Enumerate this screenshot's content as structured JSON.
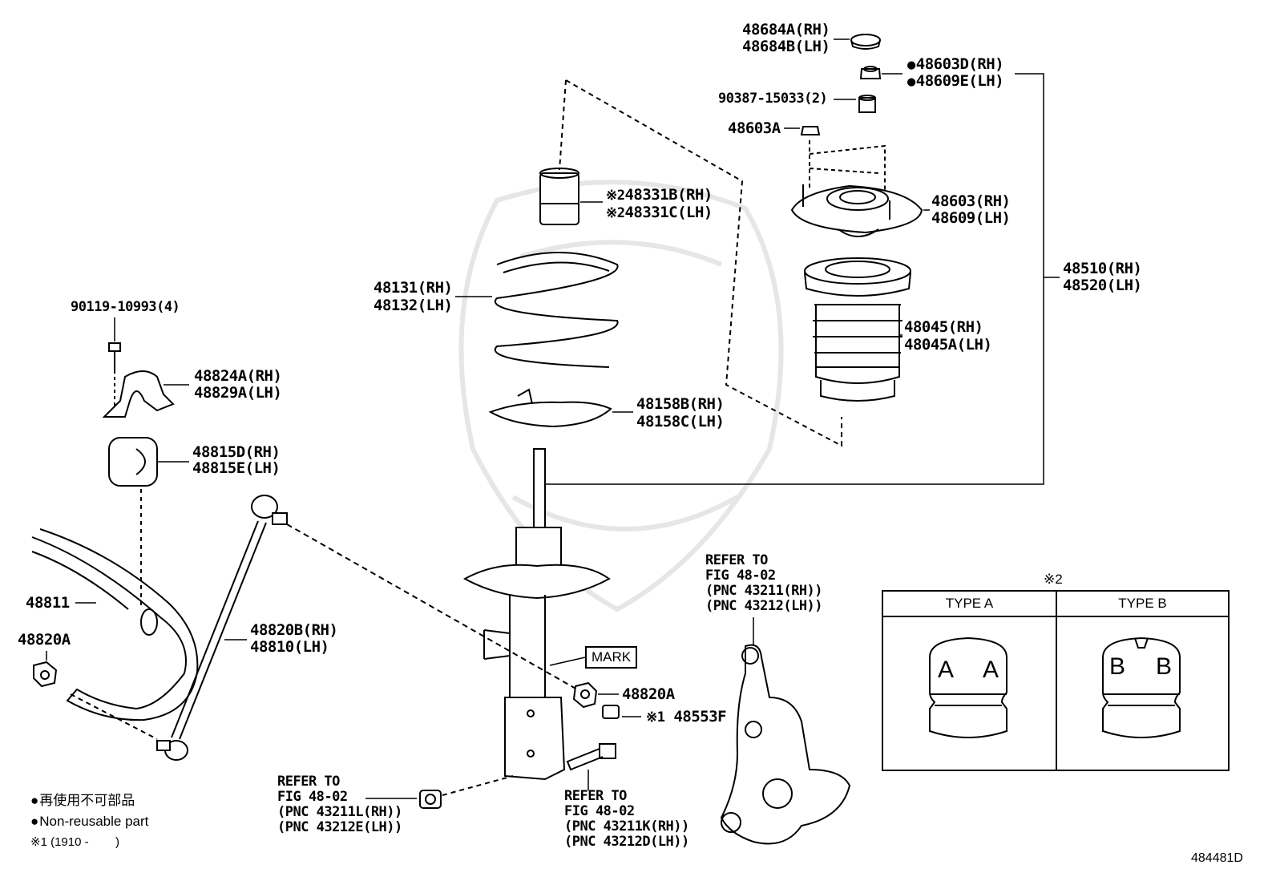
{
  "diagram": {
    "labels": {
      "cap_rh": "48684A(RH)",
      "cap_lh": "48684B(LH)",
      "nut_rh": "48603D(RH)",
      "nut_lh": "48609E(LH)",
      "collar": "90387-15033(2)",
      "nut_a": "48603A",
      "bumper_rh": "48331B(RH)",
      "bumper_lh": "48331C(LH)",
      "support_rh": "48603(RH)",
      "support_lh": "48609(LH)",
      "strut_rh": "48510(RH)",
      "strut_lh": "48520(LH)",
      "spring_rh": "48131(RH)",
      "spring_lh": "48132(LH)",
      "boot_rh": "48045(RH)",
      "boot_lh": "48045A(LH)",
      "insulator_rh": "48158B(RH)",
      "insulator_lh": "48158C(LH)",
      "bolt": "90119-10993(4)",
      "bracket_rh": "48824A(RH)",
      "bracket_lh": "48829A(LH)",
      "bushing_rh": "48815D(RH)",
      "bushing_lh": "48815E(LH)",
      "stabilizer": "48811",
      "link_nut_left": "48820A",
      "link_rh": "48820B(RH)",
      "link_lh": "48810(LH)",
      "link_nut_right": "48820A",
      "bolt_f": "48553F",
      "mark": "MARK",
      "refer_knuckle": [
        "REFER TO",
        "FIG 48-02",
        "(PNC 43211(RH))",
        "(PNC 43212(LH))"
      ],
      "refer_nut": [
        "REFER TO",
        "FIG 48-02",
        "(PNC 43211L(RH))",
        "(PNC 43212E(LH))"
      ],
      "refer_bolt": [
        "REFER TO",
        "FIG 48-02",
        "(PNC 43211K(RH))",
        "(PNC 43212D(LH))"
      ],
      "note1_prefix": "※1",
      "note2_prefix": "※2"
    },
    "legend": {
      "jp": "再使用不可部品",
      "en": "Non-reusable part",
      "note1": "※1 (1910 -        )"
    },
    "table": {
      "title": "※2",
      "type_a": "TYPE A",
      "type_b": "TYPE B",
      "letter_a": "A",
      "letter_b": "B"
    },
    "figure_id": "484481D"
  }
}
